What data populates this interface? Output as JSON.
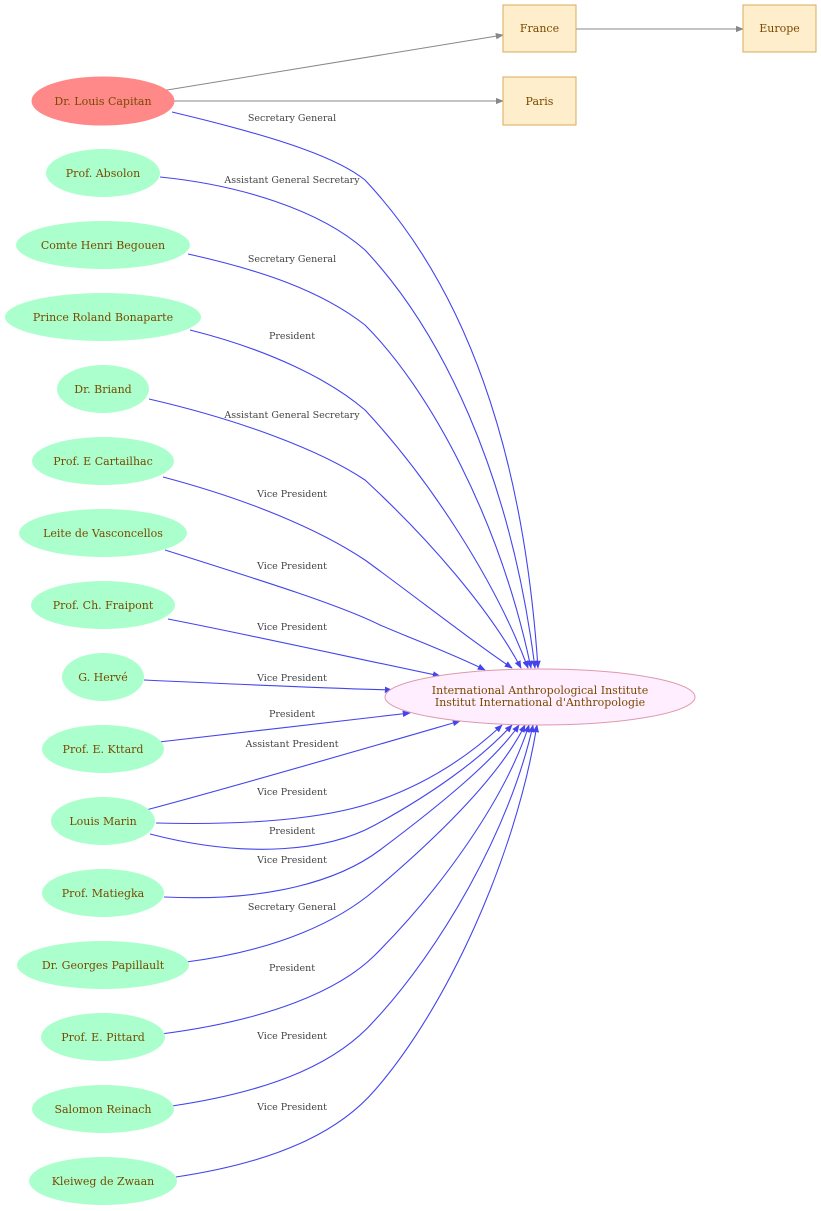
{
  "colors": {
    "person_fill": "#aaffcc",
    "focus_fill": "#ff8888",
    "institute_fill": "#ffeeff",
    "institute_stroke": "#dd99aa",
    "place_fill": "#ffeecc",
    "place_stroke": "#d9a95a",
    "edge": "#4444ee",
    "geo_edge": "#888888"
  },
  "nodes": {
    "capitan": "Dr. Louis Capitan",
    "france": "France",
    "europe": "Europe",
    "paris": "Paris",
    "institute_line1": "International Anthropological Institute",
    "institute_line2": "Institut International d'Anthropologie",
    "absolon": "Prof. Absolon",
    "begouen": "Comte Henri Begouen",
    "bonaparte": "Prince Roland Bonaparte",
    "briand": "Dr. Briand",
    "cartailhac": "Prof. E Cartailhac",
    "vasconcellos": "Leite de Vasconcellos",
    "fraipont": "Prof. Ch. Fraipont",
    "herve": "G. Hervé",
    "kttard": "Prof. E. Kttard",
    "marin": "Louis Marin",
    "matiegka": "Prof. Matiegka",
    "papillault": "Dr. Georges Papillault",
    "pittard": "Prof. E. Pittard",
    "reinach": "Salomon Reinach",
    "zwaan": "Kleiweg de Zwaan"
  },
  "edges": {
    "capitan": "Secretary General",
    "absolon": "Assistant General Secretary",
    "begouen": "Secretary General",
    "bonaparte": "President",
    "briand": "Assistant General Secretary",
    "cartailhac": "Vice President",
    "vasconcellos": "Vice President",
    "fraipont": "Vice President",
    "herve": "Vice President",
    "kttard": "President",
    "marin_1": "Assistant President",
    "marin_2": "Vice President",
    "marin_3": "President",
    "matiegka": "Vice President",
    "papillault": "Secretary General",
    "pittard": "President",
    "reinach": "Vice President",
    "zwaan": "Vice President"
  }
}
